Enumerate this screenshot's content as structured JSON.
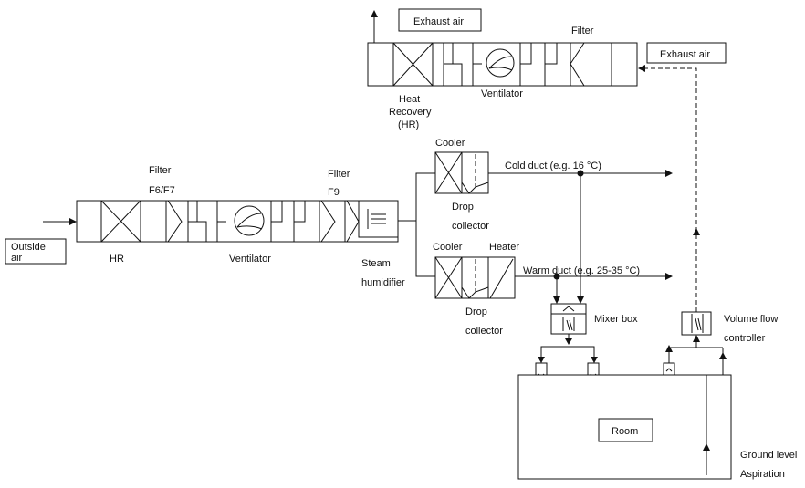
{
  "labels": {
    "exhaust_air_top": "Exhaust air",
    "filter_top": "Filter",
    "exhaust_air_right": "Exhaust air",
    "heat_recovery_1": "Heat",
    "heat_recovery_2": "Recovery",
    "heat_recovery_3": "(HR)",
    "ventilator_top": "Ventilator",
    "filter_f6f7_1": "Filter",
    "filter_f6f7_2": "F6/F7",
    "filter_f9_1": "Filter",
    "filter_f9_2": "F9",
    "cooler_top": "Cooler",
    "cold_duct": "Cold duct (e.g. 16 °C)",
    "drop_collector_top_1": "Drop",
    "drop_collector_top_2": "collector",
    "outside_air_1": "Outside",
    "outside_air_2": "air",
    "hr": "HR",
    "ventilator_main": "Ventilator",
    "steam_humidifier_1": "Steam",
    "steam_humidifier_2": "humidifier",
    "cooler_bottom": "Cooler",
    "heater": "Heater",
    "warm_duct": "Warm duct (e.g. 25-35 °C)",
    "drop_collector_bottom_1": "Drop",
    "drop_collector_bottom_2": "collector",
    "mixer_box": "Mixer box",
    "volume_flow_1": "Volume flow",
    "volume_flow_2": "controller",
    "room": "Room",
    "ground_level": "Ground level",
    "aspiration": "Aspiration"
  }
}
